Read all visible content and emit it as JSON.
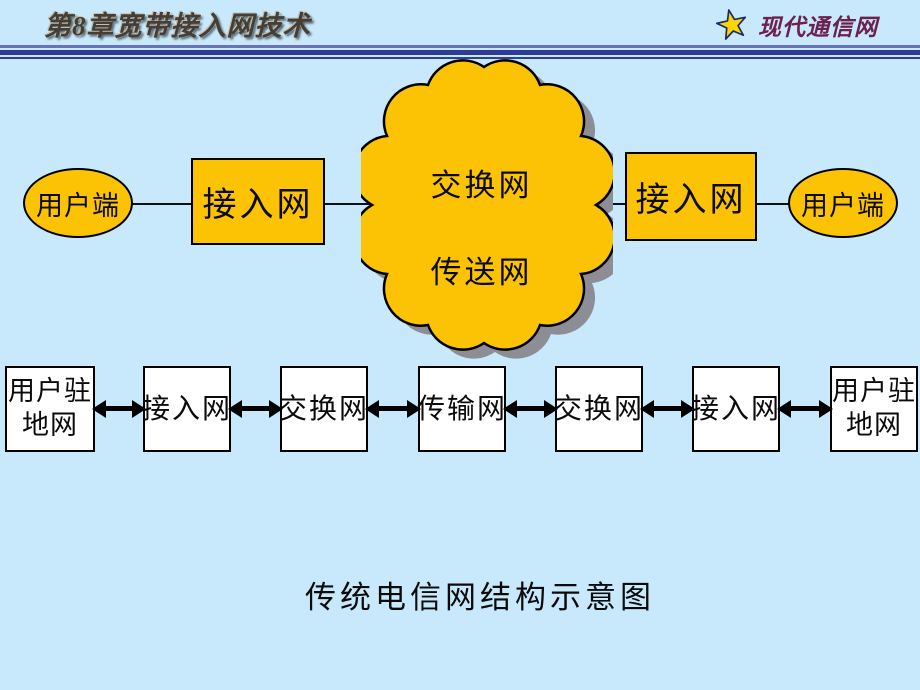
{
  "header": {
    "title": "第8章宽带接入网技术",
    "brand": "现代通信网",
    "star_icon": "star-icon"
  },
  "diagram": {
    "top_row": {
      "terminal_left": "用户端",
      "access_left": "接入网",
      "cloud": {
        "line1": "交换网",
        "line2": "传送网"
      },
      "access_right": "接入网",
      "terminal_right": "用户端"
    },
    "bottom_row": {
      "nodes": [
        "用户驻地网",
        "接入网",
        "交换网",
        "传输网",
        "交换网",
        "接入网",
        "用户驻地网"
      ],
      "arrow_style": "double-headed"
    },
    "caption": "传统电信网结构示意图"
  },
  "colors": {
    "background": "#C8E9FB",
    "shape_fill": "#FBC303",
    "shape_border": "#000000",
    "cloud_shadow": "#8D8D95",
    "box_fill": "#FFFFFF",
    "divider_dark_blue": "#2E3A93",
    "divider_light_blue": "#6673BB",
    "title_color": "#443E34",
    "brand_color": "#6D1F4E",
    "star_fill": "#FFD400",
    "text_color": "#0B0B0B"
  }
}
